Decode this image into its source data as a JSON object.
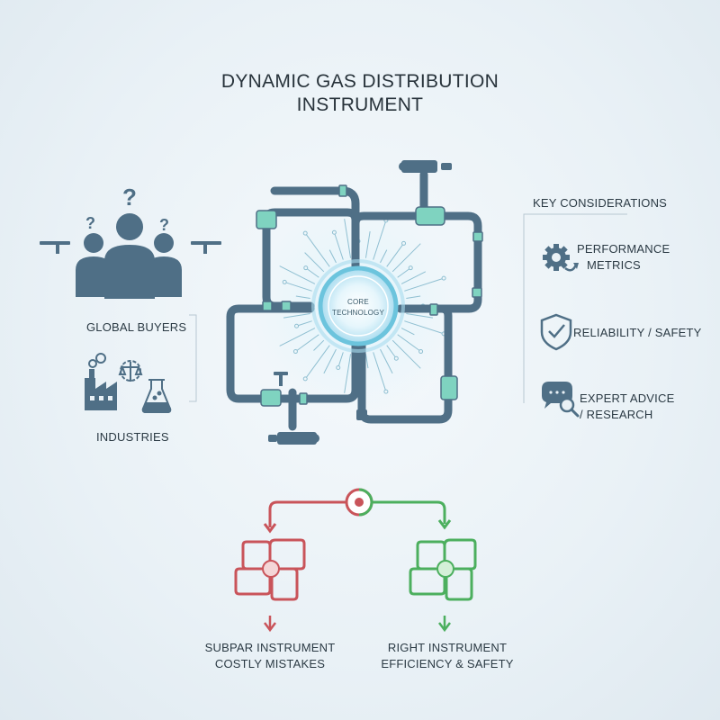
{
  "title": {
    "line1": "DYNAMIC GAS DISTRIBUTION",
    "line2": "INSTRUMENT"
  },
  "left": {
    "buyers_label": "GLOBAL BUYERS",
    "industries_label": "INDUSTRIES"
  },
  "center": {
    "core_line1": "CORE",
    "core_line2": "TECHNOLOGY"
  },
  "right": {
    "heading": "KEY CONSIDERATIONS",
    "items": [
      {
        "line1": "PERFORMANCE",
        "line2": "METRICS",
        "icon": "gear-cycle-icon"
      },
      {
        "line1": "RELIABILITY / SAFETY",
        "line2": "",
        "icon": "shield-check-icon"
      },
      {
        "line1": "EXPERT ADVICE",
        "line2": "/ RESEARCH",
        "icon": "chat-magnifier-icon"
      }
    ]
  },
  "outcomes": {
    "bad": {
      "line1": "SUBPAR INSTRUMENT",
      "line2": "COSTLY MISTAKES",
      "color": "#c9545a"
    },
    "good": {
      "line1": "RIGHT INSTRUMENT",
      "line2": "EFFICIENCY & SAFETY",
      "color": "#4caf5e"
    }
  },
  "colors": {
    "pipe": "#4f6f86",
    "accent": "#7fd3c0",
    "glow": "#bfe6f5"
  }
}
